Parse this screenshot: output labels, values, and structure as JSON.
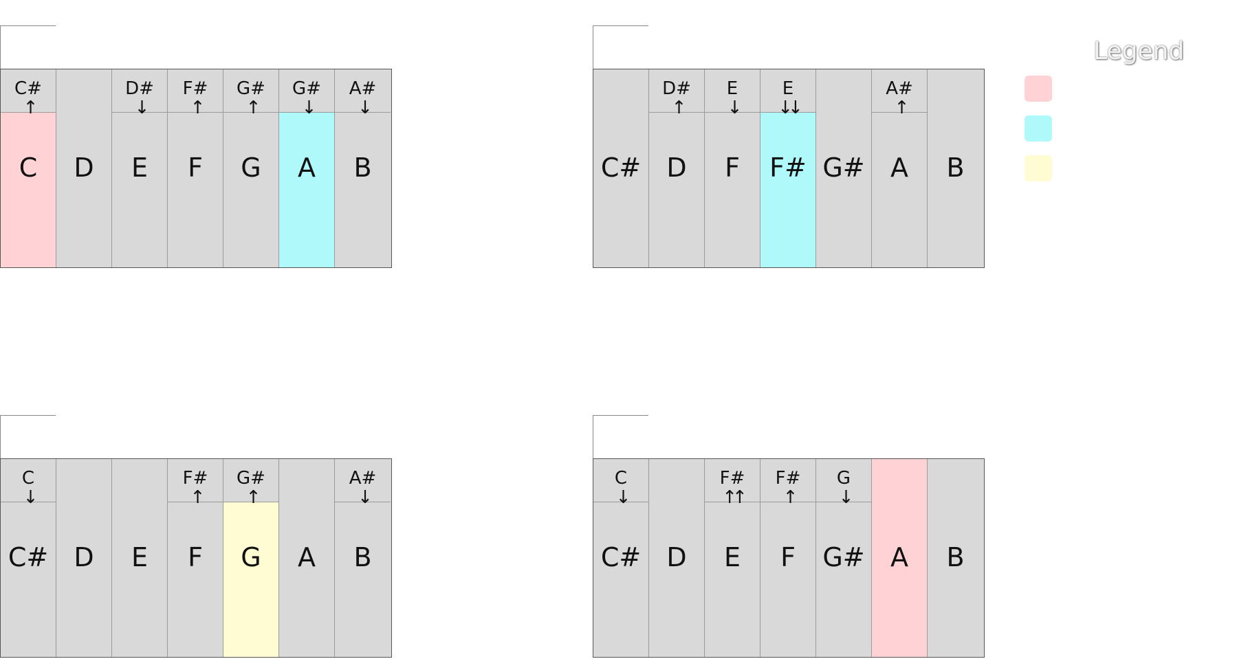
{
  "colors": {
    "key": "#d9d9d9",
    "red": "#ffd3d6",
    "cyan": "#aff9fb",
    "yellow": "#fffbd3"
  },
  "legend": {
    "title": "Legend",
    "items": [
      {
        "color": "red",
        "label": ""
      },
      {
        "color": "cyan",
        "label": ""
      },
      {
        "color": "yellow",
        "label": ""
      }
    ]
  },
  "panels": [
    {
      "keys": [
        {
          "orig": "C#",
          "arrow": "↑",
          "note": "C",
          "hl": "red"
        },
        {
          "orig": "",
          "arrow": "",
          "note": "D",
          "hl": ""
        },
        {
          "orig": "D#",
          "arrow": "↓",
          "note": "E",
          "hl": ""
        },
        {
          "orig": "F#",
          "arrow": "↑",
          "note": "F",
          "hl": ""
        },
        {
          "orig": "G#",
          "arrow": "↑",
          "note": "G",
          "hl": ""
        },
        {
          "orig": "G#",
          "arrow": "↓",
          "note": "A",
          "hl": "cyan"
        },
        {
          "orig": "A#",
          "arrow": "↓",
          "note": "B",
          "hl": ""
        }
      ]
    },
    {
      "keys": [
        {
          "orig": "",
          "arrow": "",
          "note": "C#",
          "hl": ""
        },
        {
          "orig": "D#",
          "arrow": "↑",
          "note": "D",
          "hl": ""
        },
        {
          "orig": "E",
          "arrow": "↓",
          "note": "F",
          "hl": ""
        },
        {
          "orig": "E",
          "arrow": "↓↓",
          "note": "F#",
          "hl": "cyan"
        },
        {
          "orig": "",
          "arrow": "",
          "note": "G#",
          "hl": ""
        },
        {
          "orig": "A#",
          "arrow": "↑",
          "note": "A",
          "hl": ""
        },
        {
          "orig": "",
          "arrow": "",
          "note": "B",
          "hl": ""
        }
      ]
    },
    {
      "keys": [
        {
          "orig": "C",
          "arrow": "↓",
          "note": "C#",
          "hl": ""
        },
        {
          "orig": "",
          "arrow": "",
          "note": "D",
          "hl": ""
        },
        {
          "orig": "",
          "arrow": "",
          "note": "E",
          "hl": ""
        },
        {
          "orig": "F#",
          "arrow": "↑",
          "note": "F",
          "hl": ""
        },
        {
          "orig": "G#",
          "arrow": "↑",
          "note": "G",
          "hl": "yellow"
        },
        {
          "orig": "",
          "arrow": "",
          "note": "A",
          "hl": ""
        },
        {
          "orig": "A#",
          "arrow": "↓",
          "note": "B",
          "hl": ""
        }
      ]
    },
    {
      "keys": [
        {
          "orig": "C",
          "arrow": "↓",
          "note": "C#",
          "hl": ""
        },
        {
          "orig": "",
          "arrow": "",
          "note": "D",
          "hl": ""
        },
        {
          "orig": "F#",
          "arrow": "↑↑",
          "note": "E",
          "hl": ""
        },
        {
          "orig": "F#",
          "arrow": "↑",
          "note": "F",
          "hl": ""
        },
        {
          "orig": "G",
          "arrow": "↓",
          "note": "G#",
          "hl": ""
        },
        {
          "orig": "",
          "arrow": "",
          "note": "A",
          "hl": "red"
        },
        {
          "orig": "",
          "arrow": "",
          "note": "B",
          "hl": ""
        }
      ]
    }
  ]
}
